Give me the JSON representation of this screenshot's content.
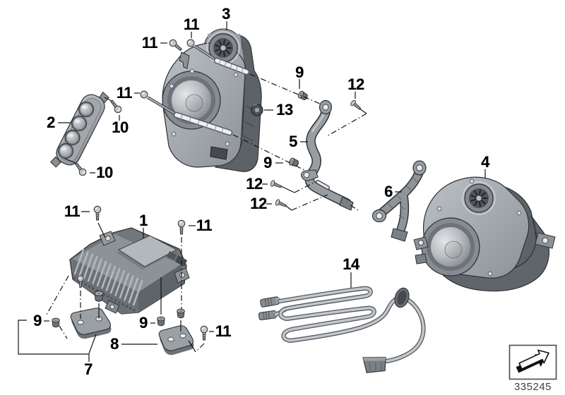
{
  "diagram": {
    "figure_number": "335245",
    "corner_symbol_icon": "forward-arrow-3d-icon",
    "callouts": [
      {
        "label": "3"
      },
      {
        "label": "11"
      },
      {
        "label": "11"
      },
      {
        "label": "11"
      },
      {
        "label": "2"
      },
      {
        "label": "10"
      },
      {
        "label": "10"
      },
      {
        "label": "13"
      },
      {
        "label": "9"
      },
      {
        "label": "12"
      },
      {
        "label": "5"
      },
      {
        "label": "9"
      },
      {
        "label": "12"
      },
      {
        "label": "12"
      },
      {
        "label": "6"
      },
      {
        "label": "4"
      },
      {
        "label": "14"
      },
      {
        "label": "11"
      },
      {
        "label": "1"
      },
      {
        "label": "11"
      },
      {
        "label": "9"
      },
      {
        "label": "7"
      },
      {
        "label": "8"
      },
      {
        "label": "9"
      },
      {
        "label": "11"
      }
    ]
  }
}
